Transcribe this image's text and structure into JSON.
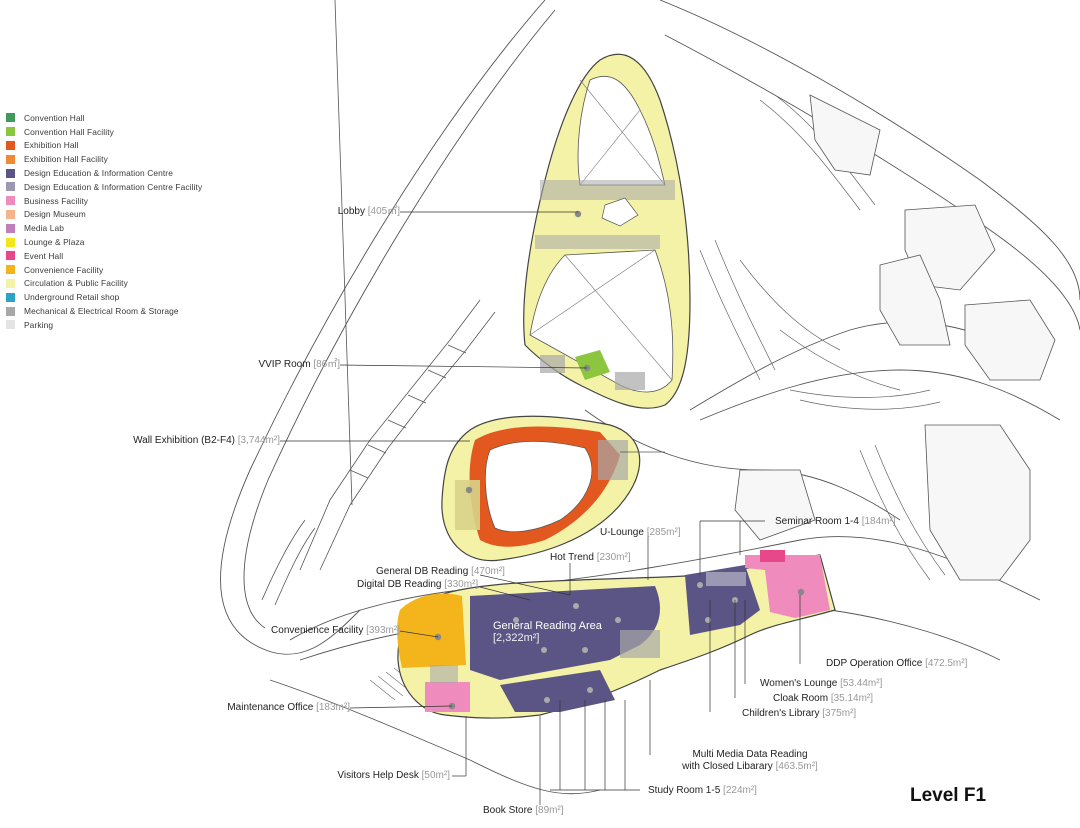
{
  "legend": [
    {
      "label": "Convention Hall",
      "color": "#3f9a5c"
    },
    {
      "label": "Convention Hall Facility",
      "color": "#8cc63f"
    },
    {
      "label": "Exhibition Hall",
      "color": "#e2581f"
    },
    {
      "label": "Exhibition Hall Facility",
      "color": "#f08a34"
    },
    {
      "label": "Design Education & Information Centre",
      "color": "#5a5584"
    },
    {
      "label": "Design Education & Information Centre Facility",
      "color": "#9b98b4"
    },
    {
      "label": "Business Facility",
      "color": "#f08bbd"
    },
    {
      "label": "Design Museum",
      "color": "#f6b48c"
    },
    {
      "label": "Media Lab",
      "color": "#c07fb8"
    },
    {
      "label": "Lounge & Plaza",
      "color": "#f2e61c"
    },
    {
      "label": "Event Hall",
      "color": "#e8488a"
    },
    {
      "label": "Convenience Facility",
      "color": "#f3b51b"
    },
    {
      "label": "Circulation & Public Facility",
      "color": "#f4f2a6"
    },
    {
      "label": "Underground Retail shop",
      "color": "#2aa3c6"
    },
    {
      "label": "Mechanical & Electrical Room & Storage",
      "color": "#a8a8a8"
    },
    {
      "label": "Parking",
      "color": "#e4e4e4"
    }
  ],
  "labels": {
    "lobby": {
      "name": "Lobby",
      "area": "[405㎡]"
    },
    "vvip": {
      "name": "VVIP Room",
      "area": "[86㎡]"
    },
    "wall_exhibition": {
      "name": "Wall Exhibition (B2-F4)",
      "area": "[3,744m²]"
    },
    "convenience": {
      "name": "Convenience Facility",
      "area": "[393m²]"
    },
    "maintenance": {
      "name": "Maintenance Office",
      "area": "[183m²]"
    },
    "visitors": {
      "name": "Visitors Help Desk",
      "area": "[50m²]"
    },
    "bookstore": {
      "name": "Book Store",
      "area": "[89m²]"
    },
    "study": {
      "name": "Study Room 1-5",
      "area": "[224m²]"
    },
    "multimedia_line1": "Multi Media Data Reading",
    "multimedia_line2": {
      "name": "with Closed Libarary",
      "area": "[463.5m²]"
    },
    "childrens": {
      "name": "Children's Library",
      "area": "[375m²]"
    },
    "cloak": {
      "name": "Cloak Room",
      "area": "[35.14m²]"
    },
    "womens": {
      "name": "Women's Lounge",
      "area": "[53.44m²]"
    },
    "ddp": {
      "name": "DDP Operation Office",
      "area": "[472.5m²]"
    },
    "seminar": {
      "name": "Seminar Room 1-4",
      "area": "[184m²]"
    },
    "ulounge": {
      "name": "U-Lounge",
      "area": "[285m²]"
    },
    "hot_trend": {
      "name": "Hot Trend",
      "area": "[230m²]"
    },
    "general_db": {
      "name": "General DB Reading",
      "area": "[470m²]"
    },
    "digital_db": {
      "name": "Digital DB Reading",
      "area": "[330m²]"
    },
    "general_area_line1": "General Reading Area",
    "general_area_line2": "[2,322m²]"
  },
  "level": "Level F1"
}
